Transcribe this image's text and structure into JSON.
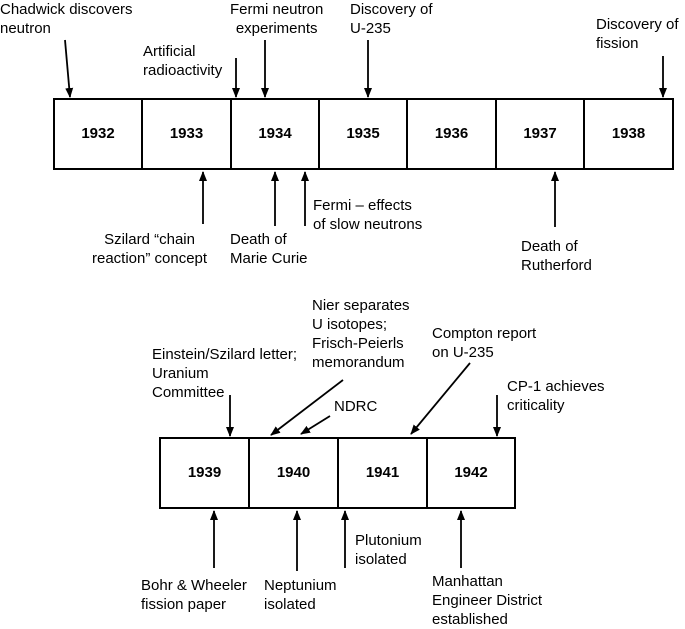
{
  "timeline_1": {
    "years": [
      "1932",
      "1933",
      "1934",
      "1935",
      "1936",
      "1937",
      "1938"
    ],
    "events_above": [
      {
        "id": "chadwick",
        "text": "Chadwick discovers\nneutron"
      },
      {
        "id": "artificial",
        "text": "Artificial\nradioactivity"
      },
      {
        "id": "fermi-neutron",
        "text": "Fermi neutron\nexperiments"
      },
      {
        "id": "u235",
        "text": "Discovery of\nU-235"
      },
      {
        "id": "fission",
        "text": "Discovery of\nfission"
      }
    ],
    "events_below": [
      {
        "id": "szilard-chain",
        "text": "Szilard “chain\nreaction” concept"
      },
      {
        "id": "curie",
        "text": "Death of\nMarie Curie"
      },
      {
        "id": "slow-neutrons",
        "text": "Fermi – effects\nof slow neutrons"
      },
      {
        "id": "rutherford",
        "text": "Death of\nRutherford"
      }
    ]
  },
  "timeline_2": {
    "years": [
      "1939",
      "1940",
      "1941",
      "1942"
    ],
    "events_above": [
      {
        "id": "einstein",
        "text": "Einstein/Szilard letter;\nUranium\nCommittee"
      },
      {
        "id": "nier",
        "text": "Nier separates\nU isotopes;\nFrisch-Peierls\nmemorandum"
      },
      {
        "id": "ndrc",
        "text": "NDRC"
      },
      {
        "id": "compton",
        "text": "Compton report\non U-235"
      },
      {
        "id": "cp1",
        "text": "CP-1 achieves\ncriticality"
      }
    ],
    "events_below": [
      {
        "id": "bohr",
        "text": "Bohr & Wheeler\nfission paper"
      },
      {
        "id": "neptunium",
        "text": "Neptunium\nisolated"
      },
      {
        "id": "plutonium",
        "text": "Plutonium\nisolated"
      },
      {
        "id": "manhattan",
        "text": "Manhattan\nEngineer District\nestablished"
      }
    ]
  }
}
